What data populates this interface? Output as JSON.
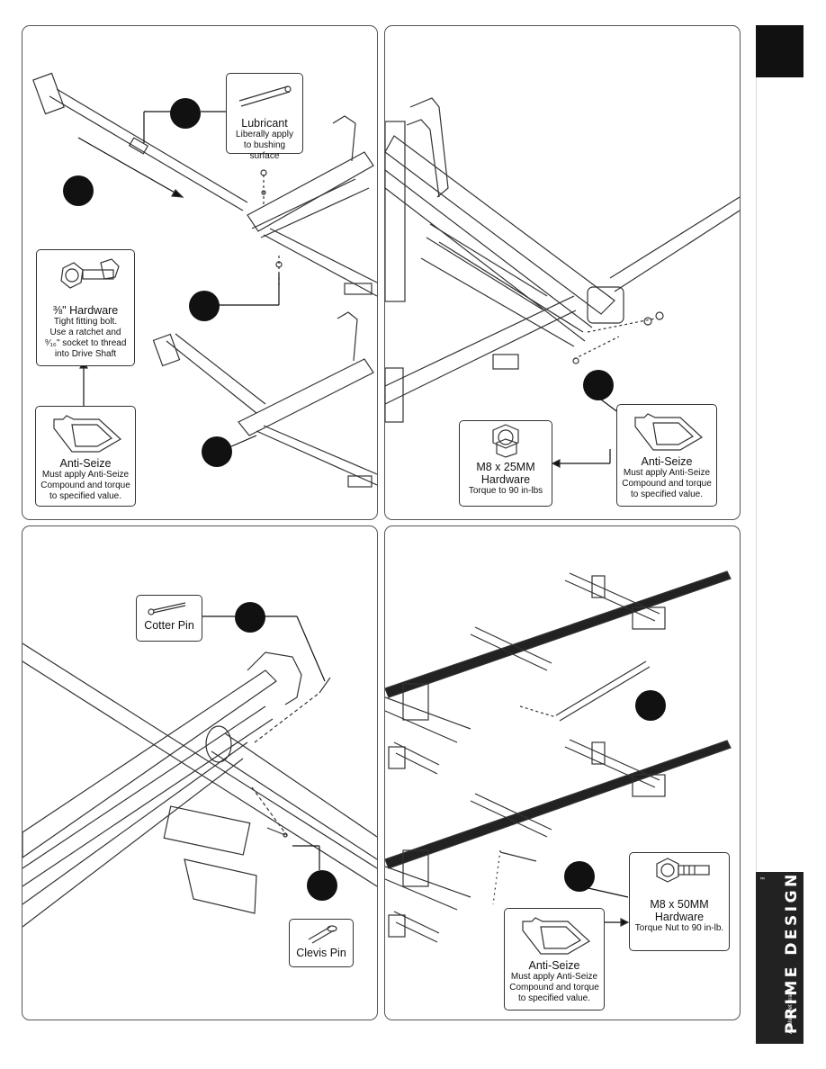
{
  "panels": {
    "top_left": {
      "lubricant": {
        "title": "Lubricant",
        "desc": "Liberally apply to bushing surface"
      },
      "hardware": {
        "title": "⅜\" Hardware",
        "desc_lines": [
          "Tight fitting bolt.",
          "Use a ratchet and",
          "⁹⁄₁₆\" socket to thread",
          "into Drive Shaft"
        ]
      },
      "anti_seize": {
        "title": "Anti-Seize",
        "desc_lines": [
          "Must apply Anti-Seize",
          "Compound and torque",
          "to specified value."
        ]
      }
    },
    "top_right": {
      "hardware": {
        "title_lines": [
          "M8 x 25MM",
          "Hardware"
        ],
        "desc": "Torque to 90 in-lbs"
      },
      "anti_seize": {
        "title": "Anti-Seize",
        "desc_lines": [
          "Must apply Anti-Seize",
          "Compound and torque",
          "to specified value."
        ]
      }
    },
    "bottom_left": {
      "cotter_pin": {
        "title": "Cotter Pin"
      },
      "clevis_pin": {
        "title": "Clevis Pin"
      }
    },
    "bottom_right": {
      "hardware": {
        "title_lines": [
          "M8 x 50MM",
          "Hardware"
        ],
        "desc": "Torque Nut to 90 in-lb."
      },
      "anti_seize": {
        "title": "Anti-Seize",
        "desc_lines": [
          "Must apply Anti-Seize",
          "Compound and torque",
          "to specified value."
        ]
      }
    }
  },
  "brand": {
    "name": "PRIME DESIGN",
    "tagline": "A Safe Fleet Brand",
    "trademark": "™"
  }
}
